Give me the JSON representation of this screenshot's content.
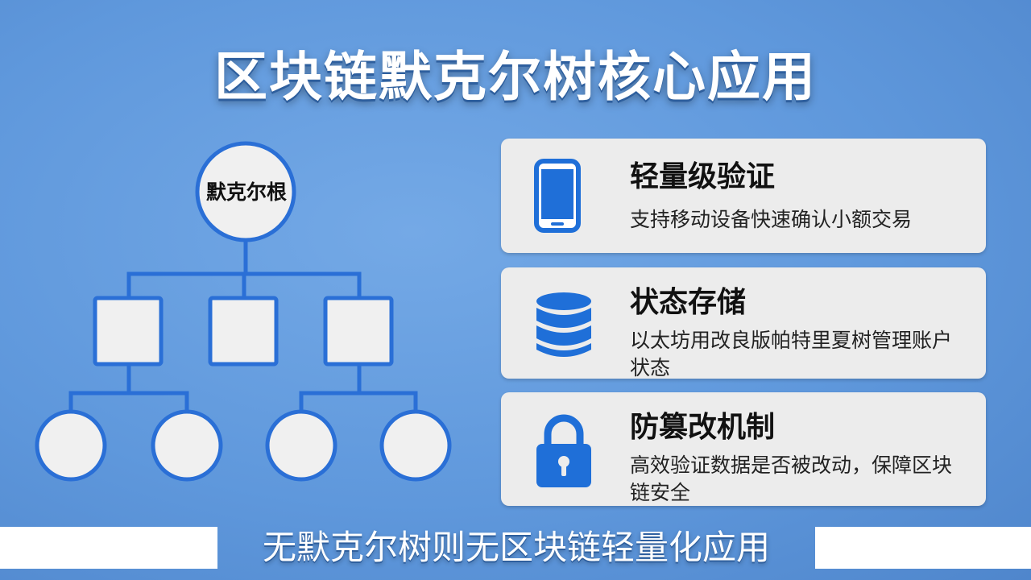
{
  "title": "区块链默克尔树核心应用",
  "tree": {
    "root_label": "默克尔根",
    "line_color": "#2a6fd6",
    "node_fill": "#f0f0f0"
  },
  "features": [
    {
      "icon": "smartphone-icon",
      "heading": "轻量级验证",
      "description": "支持移动设备快速确认小额交易"
    },
    {
      "icon": "database-icon",
      "heading": "状态存储",
      "description": "以太坊用改良版帕特里夏树管理账户状态"
    },
    {
      "icon": "lock-icon",
      "heading": "防篡改机制",
      "description": "高效验证数据是否被改动，保障区块链安全"
    }
  ],
  "bottom_text": "无默克尔树则无区块链轻量化应用",
  "colors": {
    "accent": "#1f6fd8",
    "card_bg": "#ececec"
  }
}
